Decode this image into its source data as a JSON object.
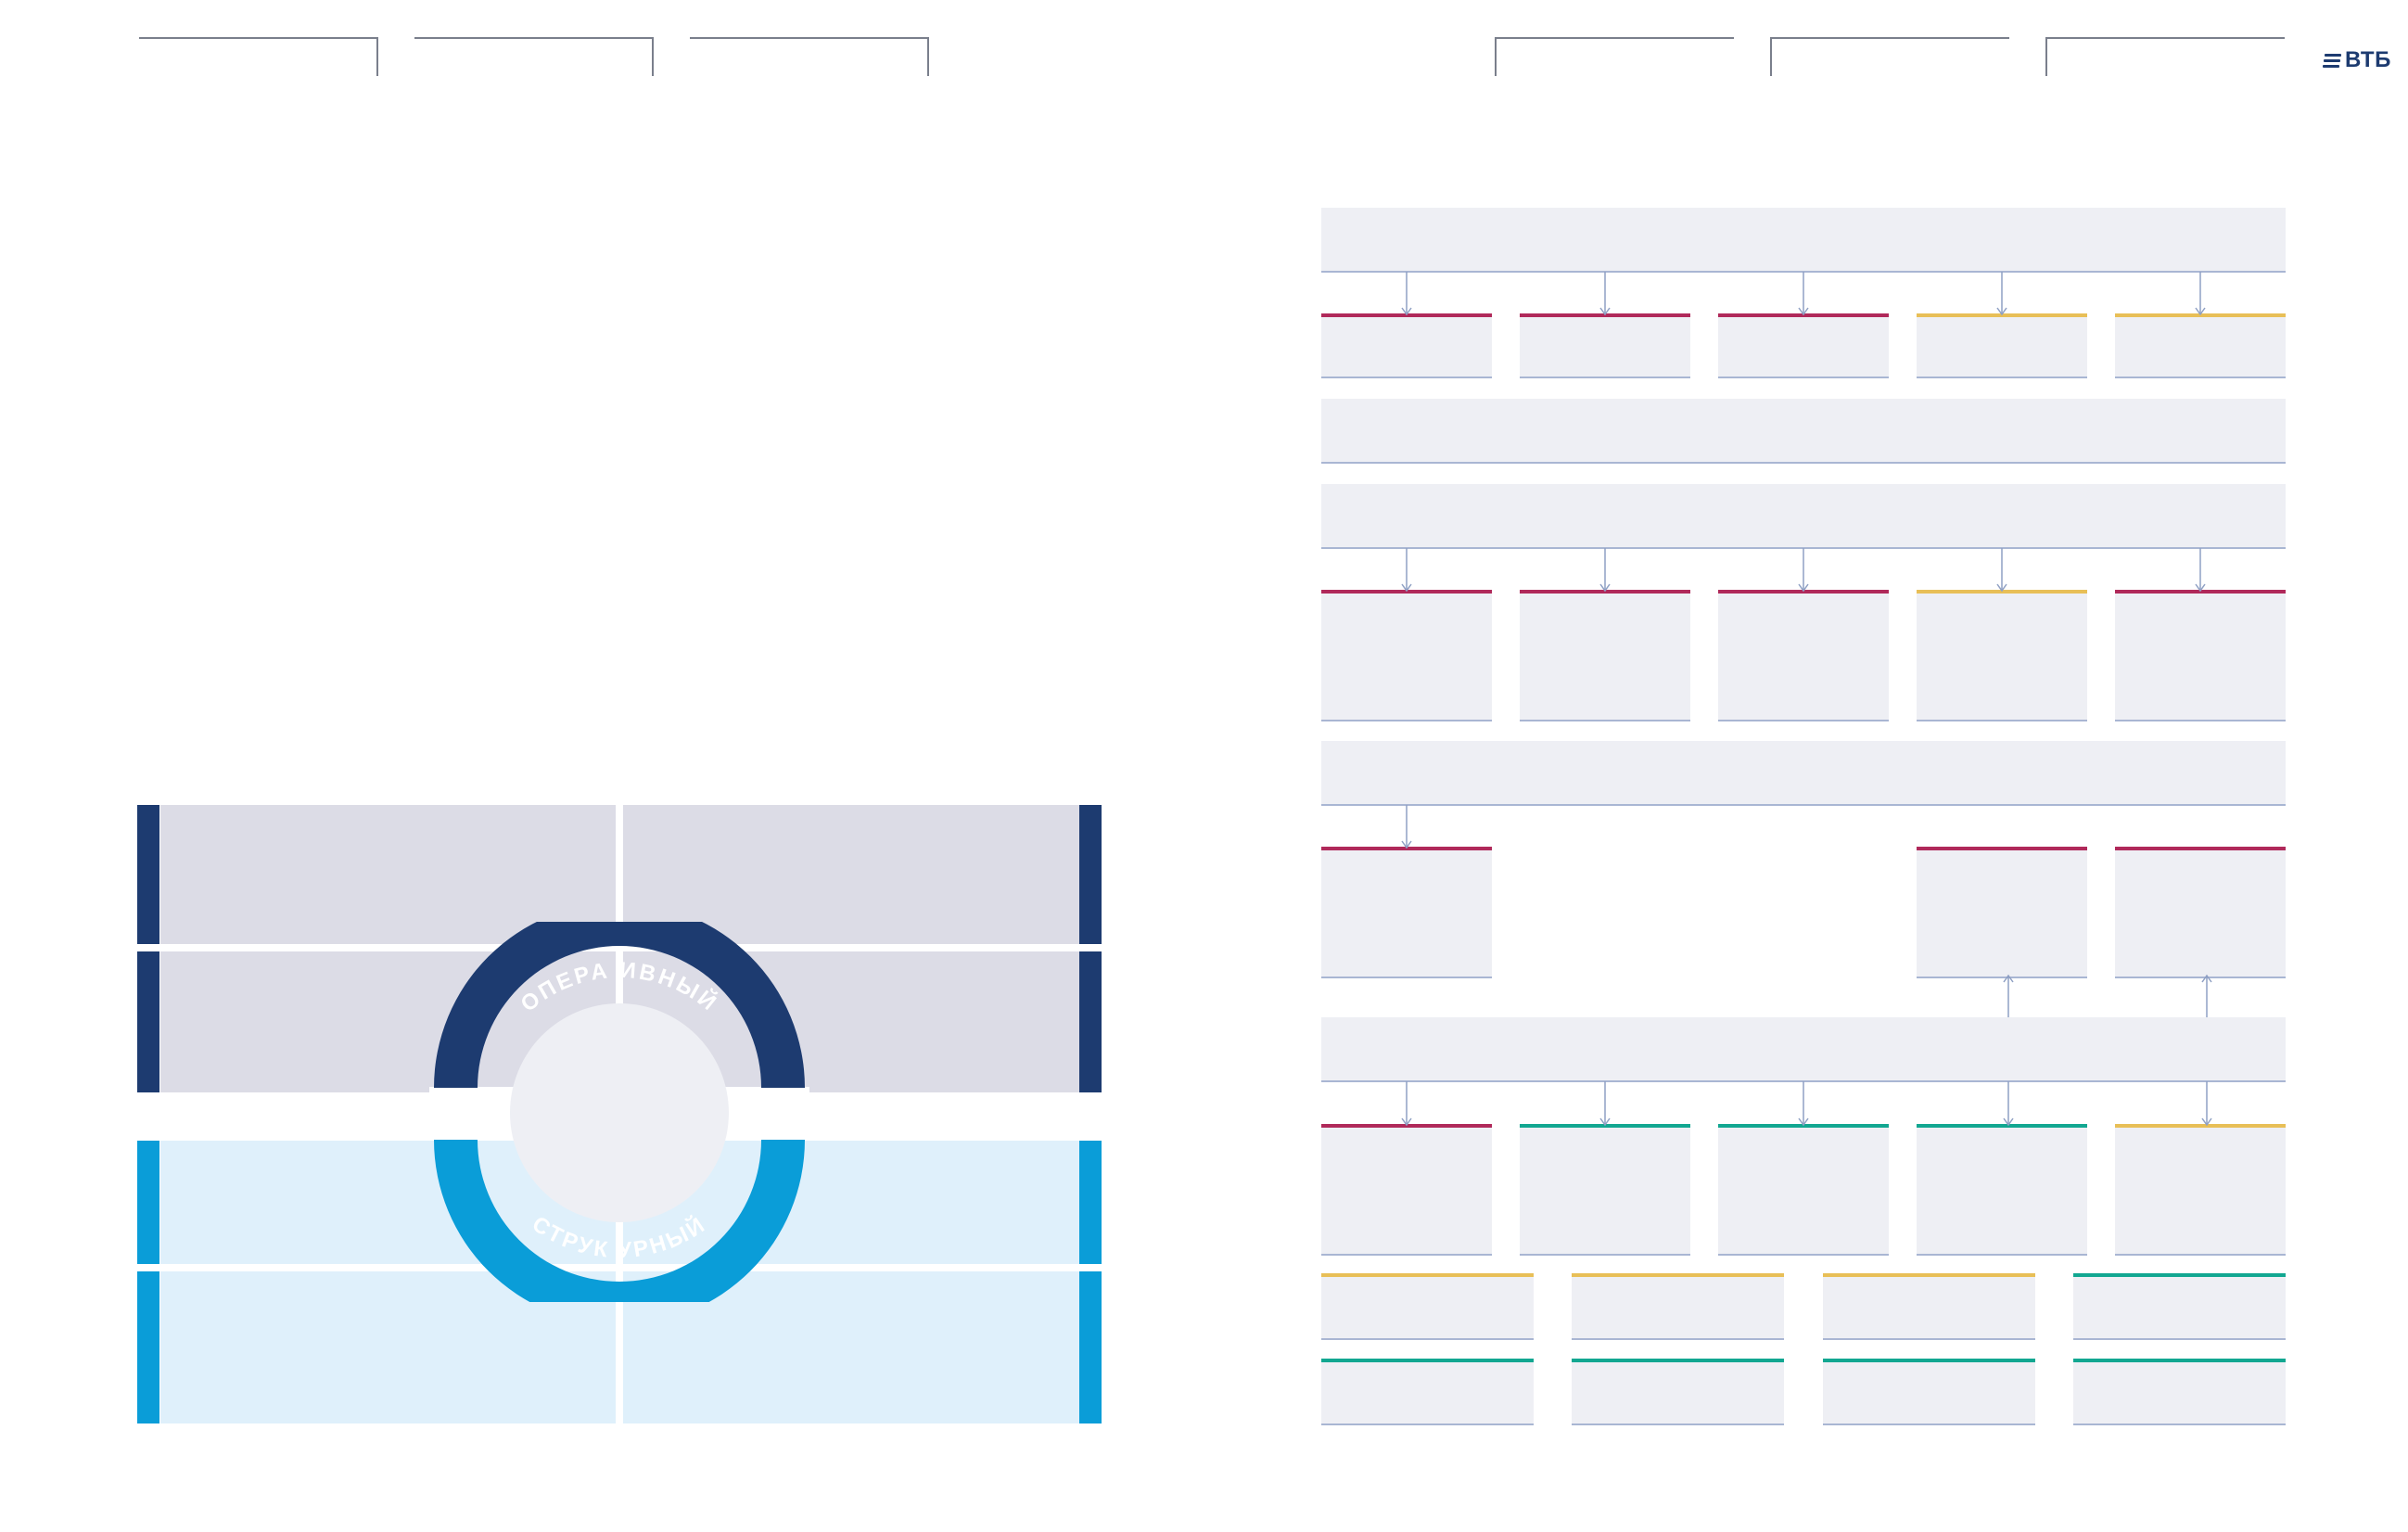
{
  "brand": {
    "logo_text": "ВТБ",
    "logo_icon": "vtb-logo-stripes-icon",
    "color": "#1d3b70"
  },
  "colors": {
    "navy": "#1d3b70",
    "blue": "#0a9dd8",
    "lavender": "#dcdce6",
    "light_blue": "#dff0fb",
    "panel": "#eeeff4",
    "panel_border": "#a9b6d3",
    "crimson": "#b0295a",
    "gold": "#e8bf57",
    "teal": "#12a791"
  },
  "ring": {
    "top_label": "ОПЕРА ИВНЫЙ",
    "bottom_label": "СТРУК УРНЫЙ"
  }
}
